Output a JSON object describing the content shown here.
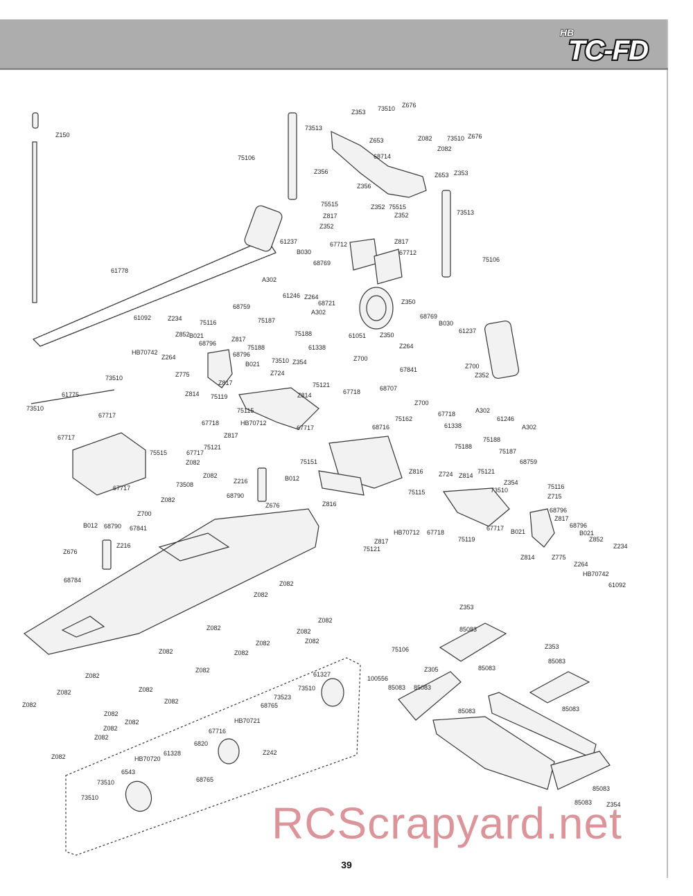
{
  "header": {
    "logo_text": "TC-FD",
    "logo_badge": "HB"
  },
  "page_number": "39",
  "watermark": "RCScrapyard.net",
  "colors": {
    "header_bar": "#adadad",
    "watermark": "#be3c46"
  },
  "callouts": [
    {
      "id": "c1",
      "text": "Z150"
    },
    {
      "id": "c2",
      "text": "73513"
    },
    {
      "id": "c3",
      "text": "Z353"
    },
    {
      "id": "c4",
      "text": "73510"
    },
    {
      "id": "c5",
      "text": "Z676"
    },
    {
      "id": "c6",
      "text": "Z653"
    },
    {
      "id": "c7",
      "text": "Z082"
    },
    {
      "id": "c8",
      "text": "73510"
    },
    {
      "id": "c9",
      "text": "Z676"
    },
    {
      "id": "c10",
      "text": "75106"
    },
    {
      "id": "c11",
      "text": "68714"
    },
    {
      "id": "c12",
      "text": "Z082"
    },
    {
      "id": "c13",
      "text": "Z356"
    },
    {
      "id": "c14",
      "text": "Z653"
    },
    {
      "id": "c15",
      "text": "Z353"
    },
    {
      "id": "c16",
      "text": "Z356"
    },
    {
      "id": "c17",
      "text": "73513"
    },
    {
      "id": "c18",
      "text": "75515"
    },
    {
      "id": "c19",
      "text": "Z352"
    },
    {
      "id": "c20",
      "text": "75515"
    },
    {
      "id": "c21",
      "text": "Z817"
    },
    {
      "id": "c22",
      "text": "Z352"
    },
    {
      "id": "c23",
      "text": "Z352"
    },
    {
      "id": "c24",
      "text": "61237"
    },
    {
      "id": "c25",
      "text": "67712"
    },
    {
      "id": "c26",
      "text": "Z817"
    },
    {
      "id": "c27",
      "text": "67712"
    },
    {
      "id": "c28",
      "text": "B030"
    },
    {
      "id": "c29",
      "text": "75106"
    },
    {
      "id": "c30",
      "text": "61778"
    },
    {
      "id": "c31",
      "text": "68769"
    },
    {
      "id": "c32",
      "text": "A302"
    },
    {
      "id": "c33",
      "text": "61246"
    },
    {
      "id": "c34",
      "text": "Z264"
    },
    {
      "id": "c35",
      "text": "68721"
    },
    {
      "id": "c36",
      "text": "Z350"
    },
    {
      "id": "c37",
      "text": "68759"
    },
    {
      "id": "c38",
      "text": "A302"
    },
    {
      "id": "c39",
      "text": "68769"
    },
    {
      "id": "c40",
      "text": "61092"
    },
    {
      "id": "c41",
      "text": "Z234"
    },
    {
      "id": "c42",
      "text": "75116"
    },
    {
      "id": "c43",
      "text": "75187"
    },
    {
      "id": "c44",
      "text": "Z852"
    },
    {
      "id": "c45",
      "text": "B021"
    },
    {
      "id": "c46",
      "text": "75188"
    },
    {
      "id": "c47",
      "text": "B030"
    },
    {
      "id": "c48",
      "text": "61051"
    },
    {
      "id": "c49",
      "text": "Z350"
    },
    {
      "id": "c50",
      "text": "61237"
    },
    {
      "id": "c51",
      "text": "68796"
    },
    {
      "id": "c52",
      "text": "Z817"
    },
    {
      "id": "c53",
      "text": "HB70742"
    },
    {
      "id": "c54",
      "text": "Z264"
    },
    {
      "id": "c55",
      "text": "75188"
    },
    {
      "id": "c56",
      "text": "61338"
    },
    {
      "id": "c57",
      "text": "Z264"
    },
    {
      "id": "c58",
      "text": "68796"
    },
    {
      "id": "c59",
      "text": "73510"
    },
    {
      "id": "c60",
      "text": "Z354"
    },
    {
      "id": "c61",
      "text": "B021"
    },
    {
      "id": "c62",
      "text": "Z700"
    },
    {
      "id": "c63",
      "text": "Z775"
    },
    {
      "id": "c64",
      "text": "Z724"
    },
    {
      "id": "c65",
      "text": "Z817"
    },
    {
      "id": "c66",
      "text": "67841"
    },
    {
      "id": "c67",
      "text": "Z700"
    },
    {
      "id": "c68",
      "text": "73510"
    },
    {
      "id": "c69",
      "text": "75121"
    },
    {
      "id": "c70",
      "text": "Z352"
    },
    {
      "id": "c71",
      "text": "Z814"
    },
    {
      "id": "c72",
      "text": "67718"
    },
    {
      "id": "c73",
      "text": "68707"
    },
    {
      "id": "c74",
      "text": "61775"
    },
    {
      "id": "c75",
      "text": "75119"
    },
    {
      "id": "c76",
      "text": "Z814"
    },
    {
      "id": "c77",
      "text": "75115"
    },
    {
      "id": "c78",
      "text": "73510"
    },
    {
      "id": "c79",
      "text": "67717"
    },
    {
      "id": "c80",
      "text": "67718"
    },
    {
      "id": "c81",
      "text": "HB70712"
    },
    {
      "id": "c82",
      "text": "Z700"
    },
    {
      "id": "c83",
      "text": "67717"
    },
    {
      "id": "c84",
      "text": "67718"
    },
    {
      "id": "c85",
      "text": "A302"
    },
    {
      "id": "c86",
      "text": "67717"
    },
    {
      "id": "c87",
      "text": "Z817"
    },
    {
      "id": "c88",
      "text": "61246"
    },
    {
      "id": "c89",
      "text": "A302"
    },
    {
      "id": "c90",
      "text": "68716"
    },
    {
      "id": "c91",
      "text": "75162"
    },
    {
      "id": "c92",
      "text": "61338"
    },
    {
      "id": "c93",
      "text": "75188"
    },
    {
      "id": "c94",
      "text": "75121"
    },
    {
      "id": "c95",
      "text": "75515"
    },
    {
      "id": "c96",
      "text": "67717"
    },
    {
      "id": "c97",
      "text": "Z082"
    },
    {
      "id": "c98",
      "text": "75188"
    },
    {
      "id": "c99",
      "text": "75187"
    },
    {
      "id": "c100",
      "text": "68759"
    },
    {
      "id": "c101",
      "text": "73508"
    },
    {
      "id": "c102",
      "text": "Z082"
    },
    {
      "id": "c103",
      "text": "Z216"
    },
    {
      "id": "c104",
      "text": "B012"
    },
    {
      "id": "c105",
      "text": "75151"
    },
    {
      "id": "c106",
      "text": "Z816"
    },
    {
      "id": "c107",
      "text": "Z724"
    },
    {
      "id": "c108",
      "text": "Z814"
    },
    {
      "id": "c109",
      "text": "75121"
    },
    {
      "id": "c110",
      "text": "67717"
    },
    {
      "id": "c111",
      "text": "Z082"
    },
    {
      "id": "c112",
      "text": "68790"
    },
    {
      "id": "c113",
      "text": "Z676"
    },
    {
      "id": "c114",
      "text": "Z816"
    },
    {
      "id": "c115",
      "text": "Z354"
    },
    {
      "id": "c116",
      "text": "75116"
    },
    {
      "id": "c117",
      "text": "75115"
    },
    {
      "id": "c118",
      "text": "73510"
    },
    {
      "id": "c119",
      "text": "Z715"
    },
    {
      "id": "c120",
      "text": "Z700"
    },
    {
      "id": "c121",
      "text": "68796"
    },
    {
      "id": "c122",
      "text": "B012"
    },
    {
      "id": "c123",
      "text": "68790"
    },
    {
      "id": "c124",
      "text": "67841"
    },
    {
      "id": "c125",
      "text": "Z817"
    },
    {
      "id": "c126",
      "text": "68796"
    },
    {
      "id": "c127",
      "text": "Z676"
    },
    {
      "id": "c128",
      "text": "Z216"
    },
    {
      "id": "c129",
      "text": "HB70712"
    },
    {
      "id": "c130",
      "text": "67718"
    },
    {
      "id": "c131",
      "text": "67717"
    },
    {
      "id": "c132",
      "text": "B021"
    },
    {
      "id": "c133",
      "text": "B021"
    },
    {
      "id": "c134",
      "text": "Z817"
    },
    {
      "id": "c135",
      "text": "Z852"
    },
    {
      "id": "c136",
      "text": "75119"
    },
    {
      "id": "c137",
      "text": "Z234"
    },
    {
      "id": "c138",
      "text": "75121"
    },
    {
      "id": "c139",
      "text": "Z814"
    },
    {
      "id": "c140",
      "text": "Z775"
    },
    {
      "id": "c141",
      "text": "Z264"
    },
    {
      "id": "c142",
      "text": "68784"
    },
    {
      "id": "c143",
      "text": "HB70742"
    },
    {
      "id": "c144",
      "text": "61092"
    },
    {
      "id": "c145",
      "text": "Z082"
    },
    {
      "id": "c146",
      "text": "Z082"
    },
    {
      "id": "c147",
      "text": "Z082"
    },
    {
      "id": "c148",
      "text": "Z082"
    },
    {
      "id": "c149",
      "text": "Z082"
    },
    {
      "id": "c150",
      "text": "Z082"
    },
    {
      "id": "c151",
      "text": "Z082"
    },
    {
      "id": "c152",
      "text": "Z082"
    },
    {
      "id": "c153",
      "text": "Z353"
    },
    {
      "id": "c154",
      "text": "Z082"
    },
    {
      "id": "c155",
      "text": "Z082"
    },
    {
      "id": "c156",
      "text": "85083"
    },
    {
      "id": "c157",
      "text": "Z082"
    },
    {
      "id": "c158",
      "text": "75106"
    },
    {
      "id": "c159",
      "text": "Z353"
    },
    {
      "id": "c160",
      "text": "85083"
    },
    {
      "id": "c161",
      "text": "Z082"
    },
    {
      "id": "c162",
      "text": "Z082"
    },
    {
      "id": "c163",
      "text": "Z305"
    },
    {
      "id": "c164",
      "text": "85083"
    },
    {
      "id": "c165",
      "text": "61327"
    },
    {
      "id": "c166",
      "text": "Z082"
    },
    {
      "id": "c167",
      "text": "73510"
    },
    {
      "id": "c168",
      "text": "100556"
    },
    {
      "id": "c169",
      "text": "85083"
    },
    {
      "id": "c170",
      "text": "85083"
    },
    {
      "id": "c171",
      "text": "Z082"
    },
    {
      "id": "c172",
      "text": "73523"
    },
    {
      "id": "c173",
      "text": "Z082"
    },
    {
      "id": "c174",
      "text": "68765"
    },
    {
      "id": "c175",
      "text": "85083"
    },
    {
      "id": "c176",
      "text": "Z082"
    },
    {
      "id": "c177",
      "text": "Z082"
    },
    {
      "id": "c178",
      "text": "HB70721"
    },
    {
      "id": "c179",
      "text": "85083"
    },
    {
      "id": "c180",
      "text": "Z082"
    },
    {
      "id": "c181",
      "text": "67716"
    },
    {
      "id": "c182",
      "text": "Z242"
    },
    {
      "id": "c183",
      "text": "6820"
    },
    {
      "id": "c184",
      "text": "61328"
    },
    {
      "id": "c185",
      "text": "Z082"
    },
    {
      "id": "c186",
      "text": "HB70720"
    },
    {
      "id": "c187",
      "text": "68765"
    },
    {
      "id": "c188",
      "text": "6543"
    },
    {
      "id": "c189",
      "text": "73510"
    },
    {
      "id": "c190",
      "text": "85083"
    },
    {
      "id": "c191",
      "text": "73510"
    },
    {
      "id": "c192",
      "text": "85083"
    },
    {
      "id": "c193",
      "text": "Z354"
    }
  ]
}
